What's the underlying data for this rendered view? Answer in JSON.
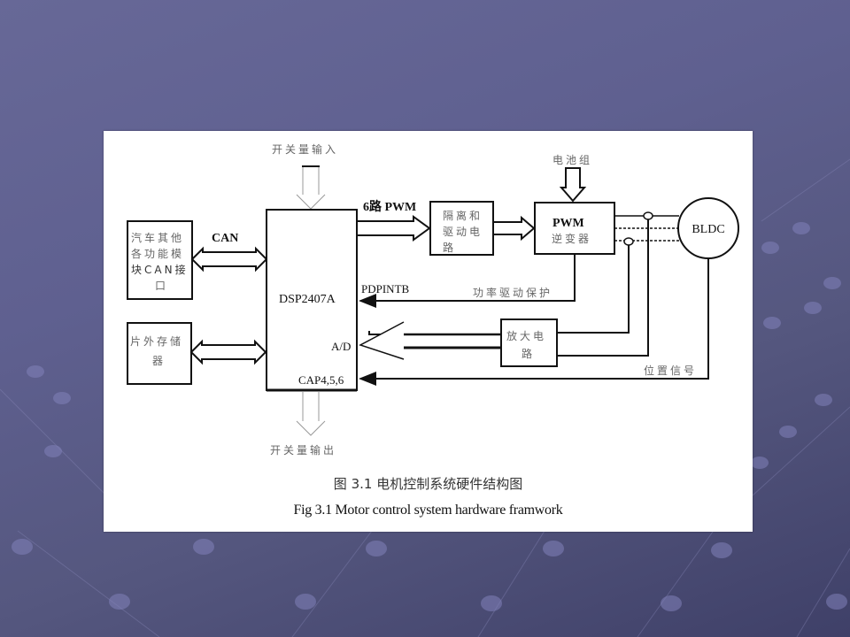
{
  "slide": {
    "background_colors": [
      "#676897",
      "#55577f",
      "#3f4068"
    ],
    "figure": {
      "caption_cn": "图 3.1  电机控制系统硬件结构图",
      "caption_en": "Fig 3.1 Motor control system hardware framwork",
      "blocks": {
        "can_module": {
          "lines": [
            "汽车其他",
            "各功能模",
            "块CAN接",
            "口"
          ]
        },
        "external_memory": {
          "lines": [
            "片外存储",
            "器"
          ]
        },
        "dsp": {
          "label": "DSP2407A",
          "port_ad": "A/D",
          "port_cap": "CAP4,5,6"
        },
        "isolation_driver": {
          "lines": [
            "隔离和",
            "驱动电",
            "路"
          ]
        },
        "pwm_inverter": {
          "title": "PWM",
          "subtitle": "逆变器"
        },
        "amplifier": {
          "lines": [
            "放大电",
            "路"
          ]
        },
        "motor": {
          "label": "BLDC"
        }
      },
      "signals": {
        "switch_input": "开关量输入",
        "switch_output": "开关量输出",
        "can_bus": "CAN",
        "pwm6": "6路 PWM",
        "pdpintb": "PDPINTB",
        "power_drive_protect": "功率驱动保护",
        "battery": "电池组",
        "position_signal": "位置信号"
      }
    }
  }
}
